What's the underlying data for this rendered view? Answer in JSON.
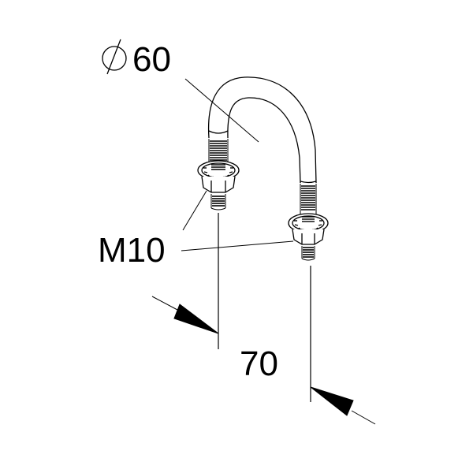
{
  "drawing": {
    "subject": "U-bolt with two flange nuts",
    "line_color": "#000000",
    "background_color": "#ffffff"
  },
  "annotations": {
    "diameter": {
      "symbol": "diameter-symbol",
      "value": "60",
      "text": "60"
    },
    "thread": {
      "text": "M10"
    },
    "spacing": {
      "text": "70"
    }
  }
}
